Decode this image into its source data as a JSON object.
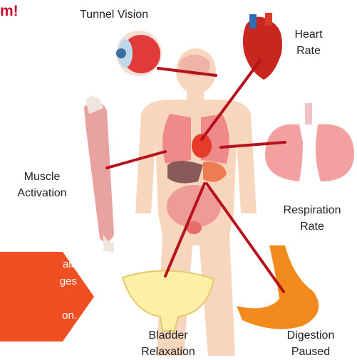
{
  "header": {
    "partial_title": "m!"
  },
  "labels": {
    "tunnel_vision": "Tunnel Vision",
    "heart_rate_line1": "Heart",
    "heart_rate_line2": "Rate",
    "muscle_line1": "Muscle",
    "muscle_line2": "Activation",
    "respiration_line1": "Respiration",
    "respiration_line2": "Rate",
    "bladder_line1": "Bladder",
    "bladder_line2": "Relaxation",
    "digestion_line1": "Digestion",
    "digestion_line2": "Paused"
  },
  "callout": {
    "lines": [
      "ain",
      "ges",
      "",
      "on."
    ]
  },
  "colors": {
    "connector": "#b5121b",
    "callout_bg": "#f04e23",
    "title_red": "#c8102e",
    "body_skin": "#f6d3b8"
  }
}
